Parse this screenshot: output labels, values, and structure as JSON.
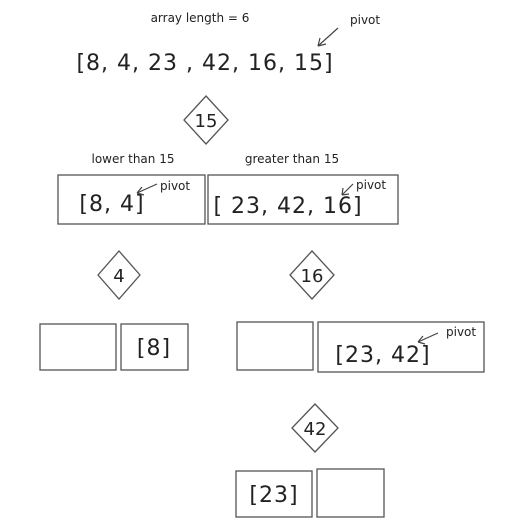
{
  "header": {
    "array_length_label": "array length = 6"
  },
  "root": {
    "array_text": "[8, 4, 23 , 42, 16, 15]",
    "pivot_label": "pivot"
  },
  "level1": {
    "pivot_value": "15",
    "left_caption": "lower than 15",
    "right_caption": "greater than 15",
    "left_box": "[8, 4]",
    "right_box": "[ 23, 42, 16]",
    "left_pivot_label": "pivot",
    "right_pivot_label": "pivot"
  },
  "level2": {
    "left_pivot_value": "4",
    "right_pivot_value": "16",
    "left_left_box": "",
    "left_right_box": "[8]",
    "right_left_box": "",
    "right_right_box": "[23, 42]",
    "right_pivot_label": "pivot"
  },
  "level3": {
    "pivot_value": "42",
    "left_box": "[23]",
    "right_box": ""
  },
  "colors": {
    "stroke": "#555555",
    "text": "#222222",
    "background": "#ffffff"
  }
}
